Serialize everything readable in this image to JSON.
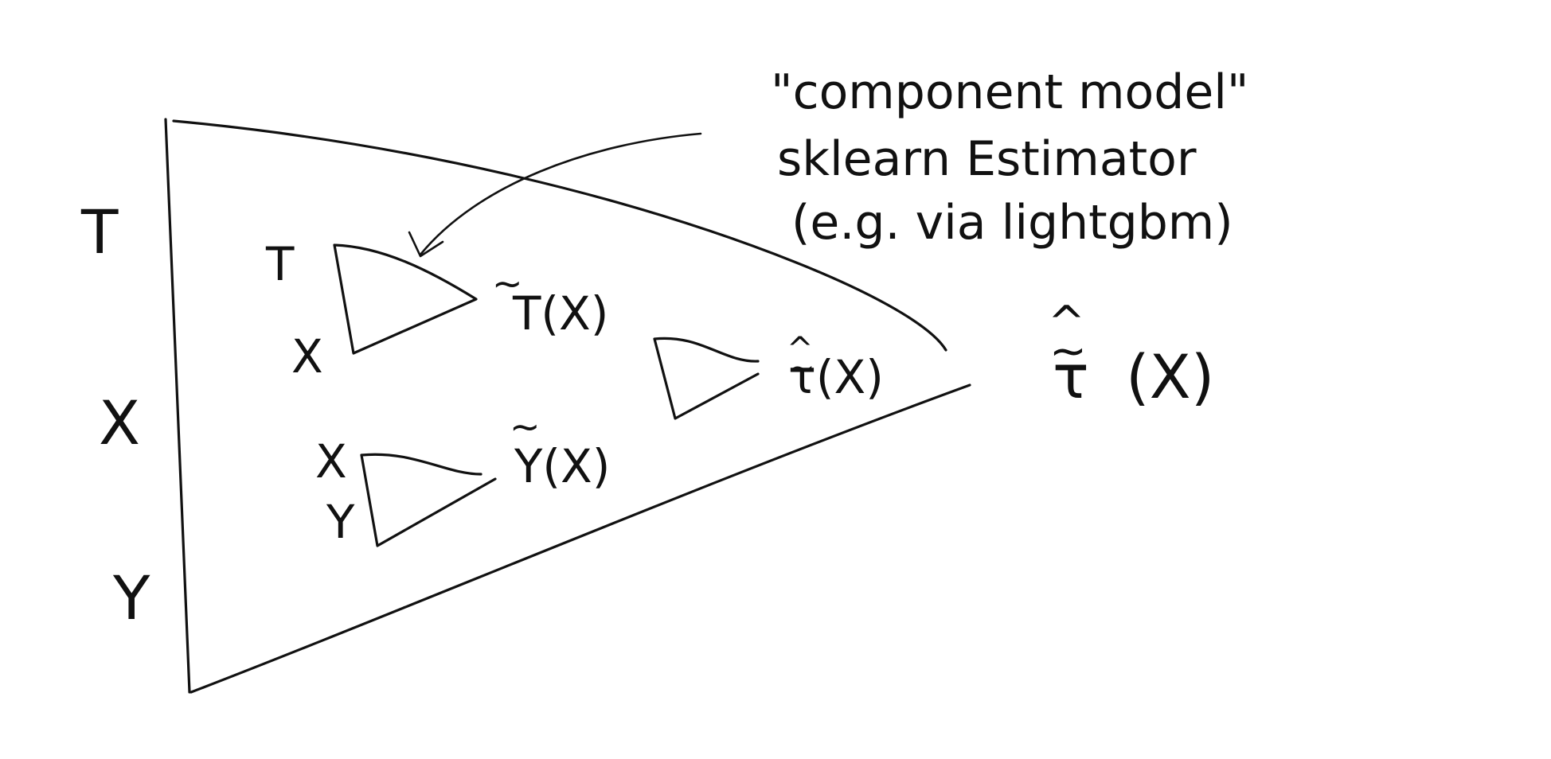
{
  "colors": {
    "ink": "#111111",
    "background": "#ffffff"
  },
  "inputs": {
    "t": "T",
    "x": "X",
    "y": "Y"
  },
  "component_t": {
    "in_t": "T",
    "in_x": "X",
    "out_tilde": "~",
    "out_label": "T(X)"
  },
  "component_y": {
    "in_x": "X",
    "in_y": "Y",
    "out_tilde": "~",
    "out_label": "Y(X)"
  },
  "component_tau": {
    "out_hat": "^",
    "out_tilde": "~",
    "out_label": "τ(X)"
  },
  "final_output": {
    "hat": "^",
    "tilde": "~",
    "symbol": "τ",
    "arg": "(X)"
  },
  "annotation": {
    "line1": "\"component model\"",
    "line2": "sklearn Estimator",
    "line3": "(e.g. via lightgbm)"
  }
}
